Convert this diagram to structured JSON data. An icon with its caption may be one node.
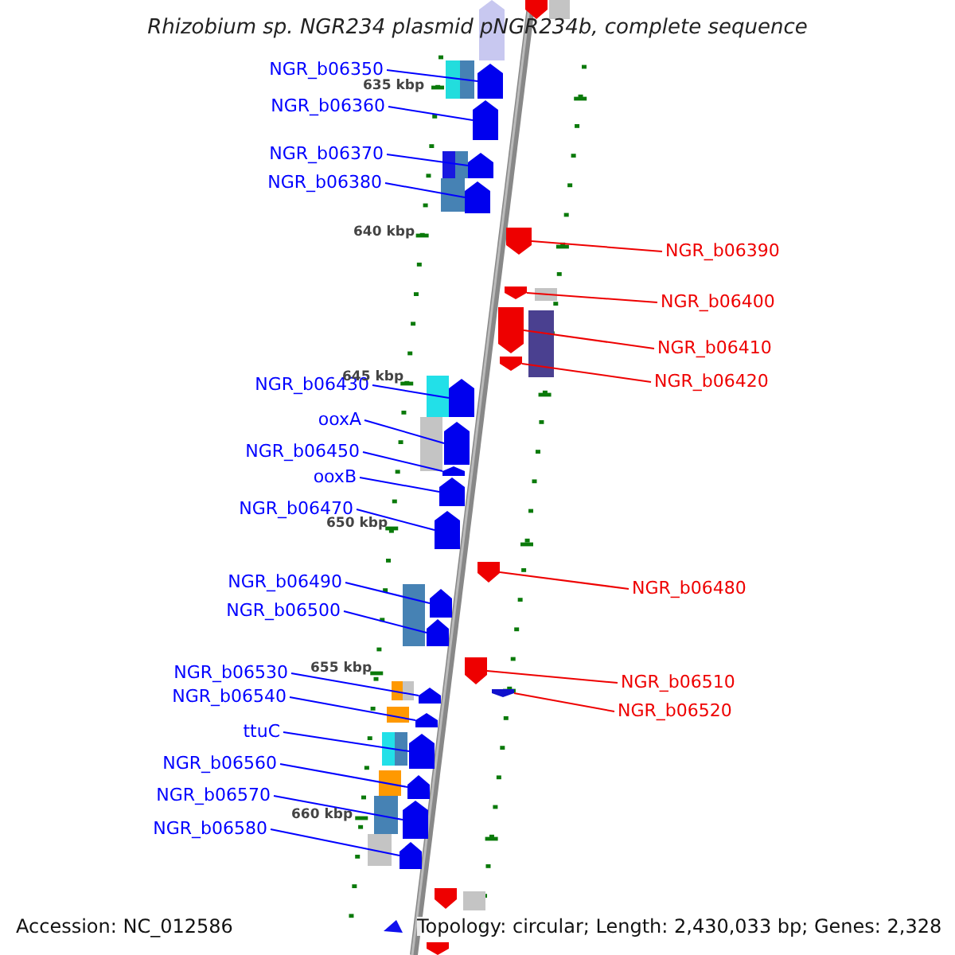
{
  "diagram": {
    "title": "Rhizobium sp. NGR234 plasmid pNGR234b, complete sequence",
    "nodes": [
      {
        "text": [
          "NGR_b06350"
        ]
      },
      {
        "text": [
          "NGR_b06360"
        ]
      },
      {
        "text": [
          "NGR_b06370"
        ]
      },
      {
        "text": [
          "NGR_b06380"
        ]
      },
      {
        "text": [
          "NGR_b06390"
        ]
      },
      {
        "text": [
          "NGR_b06400"
        ]
      },
      {
        "text": [
          "NGR_b06410"
        ]
      },
      {
        "text": [
          "NGR_b06420"
        ]
      },
      {
        "text": [
          "NGR_b06430"
        ]
      },
      {
        "text": [
          "ooxA"
        ]
      },
      {
        "text": [
          "NGR_b06450"
        ]
      },
      {
        "text": [
          "ooxB"
        ]
      },
      {
        "text": [
          "NGR_b06470"
        ]
      },
      {
        "text": [
          "NGR_b06490"
        ]
      },
      {
        "text": [
          "NGR_b06480"
        ]
      },
      {
        "text": [
          "NGR_b06500"
        ]
      },
      {
        "text": [
          "NGR_b06530"
        ]
      },
      {
        "text": [
          "NGR_b06510"
        ]
      },
      {
        "text": [
          "NGR_b06540"
        ]
      },
      {
        "text": [
          "NGR_b06520"
        ]
      },
      {
        "text": [
          "ttuC"
        ]
      },
      {
        "text": [
          "NGR_b06560"
        ]
      },
      {
        "text": [
          "NGR_b06570"
        ]
      },
      {
        "text": [
          "NGR_b06580"
        ]
      },
      {
        "text": [],
        "shape": "arrow"
      },
      {
        "text": [],
        "shape": "arrow"
      },
      {
        "text": [],
        "shape": "arrow"
      },
      {
        "text": [],
        "shape": "arrow"
      },
      {
        "text": [],
        "shape": "arrow"
      },
      {
        "text": [],
        "shape": "arrow"
      },
      {
        "text": [],
        "shape": "arrow"
      },
      {
        "text": [],
        "shape": "arrow"
      },
      {
        "text": [],
        "shape": "arrow"
      },
      {
        "text": [],
        "shape": "arrow"
      },
      {
        "text": [],
        "shape": "arrow"
      },
      {
        "text": [],
        "shape": "arrow"
      },
      {
        "text": [],
        "shape": "arrow"
      },
      {
        "text": [],
        "shape": "arrow"
      },
      {
        "text": [],
        "shape": "arrow"
      },
      {
        "text": [],
        "shape": "arrow"
      },
      {
        "text": [],
        "shape": "arrow"
      },
      {
        "text": [],
        "shape": "arrow"
      },
      {
        "text": [],
        "shape": "arrow"
      },
      {
        "text": [],
        "shape": "arrow"
      },
      {
        "text": [],
        "shape": "arrow"
      },
      {
        "text": [],
        "shape": "arrow"
      },
      {
        "text": [],
        "shape": "arrow"
      },
      {
        "text": [],
        "shape": "arrow"
      },
      {
        "text": [],
        "shape": "arrow"
      },
      {
        "text": [],
        "shape": "arrow"
      },
      {
        "text": [],
        "shape": "arrow"
      },
      {
        "text": [],
        "shape": "arrow"
      }
    ],
    "edges": [
      {
        "from": 0,
        "to": 24,
        "arrow": "none"
      },
      {
        "from": 1,
        "to": 25,
        "arrow": "none"
      },
      {
        "from": 2,
        "to": 26,
        "arrow": "none"
      },
      {
        "from": 3,
        "to": 27,
        "arrow": "none"
      },
      {
        "from": 4,
        "to": 28,
        "arrow": "none",
        "color": "#ee0000"
      },
      {
        "from": 5,
        "to": 29,
        "arrow": "none",
        "color": "#ee0000"
      },
      {
        "from": 6,
        "to": 30,
        "arrow": "none",
        "color": "#ee0000"
      },
      {
        "from": 7,
        "to": 31,
        "arrow": "none",
        "color": "#ee0000"
      },
      {
        "from": 8,
        "to": 32,
        "arrow": "none"
      },
      {
        "from": 9,
        "to": 33,
        "arrow": "none"
      },
      {
        "from": 10,
        "to": 34,
        "arrow": "none"
      },
      {
        "from": 11,
        "to": 35,
        "arrow": "none"
      },
      {
        "from": 12,
        "to": 36,
        "arrow": "none"
      },
      {
        "from": 13,
        "to": 37,
        "arrow": "none"
      },
      {
        "from": 14,
        "to": 38,
        "arrow": "none",
        "color": "#ee0000"
      },
      {
        "from": 15,
        "to": 39,
        "arrow": "none"
      },
      {
        "from": 16,
        "to": 40,
        "arrow": "none"
      },
      {
        "from": 17,
        "to": 41,
        "arrow": "none",
        "color": "#ee0000"
      },
      {
        "from": 18,
        "to": 42,
        "arrow": "none"
      },
      {
        "from": 19,
        "to": 43,
        "arrow": "none",
        "color": "#ee0000"
      },
      {
        "from": 20,
        "to": 44,
        "arrow": "none"
      },
      {
        "from": 21,
        "to": 45,
        "arrow": "none"
      },
      {
        "from": 22,
        "to": 46,
        "arrow": "none"
      },
      {
        "from": 23,
        "to": 47,
        "arrow": "none"
      }
    ],
    "labels": [
      "635 kbp",
      "640 kbp",
      "645 kbp",
      "650 kbp",
      "655 kbp",
      "660 kbp",
      "Accession: NC_012586",
      "Topology: circular; Length: 2,430,033 bp; Genes: 2,328"
    ]
  }
}
